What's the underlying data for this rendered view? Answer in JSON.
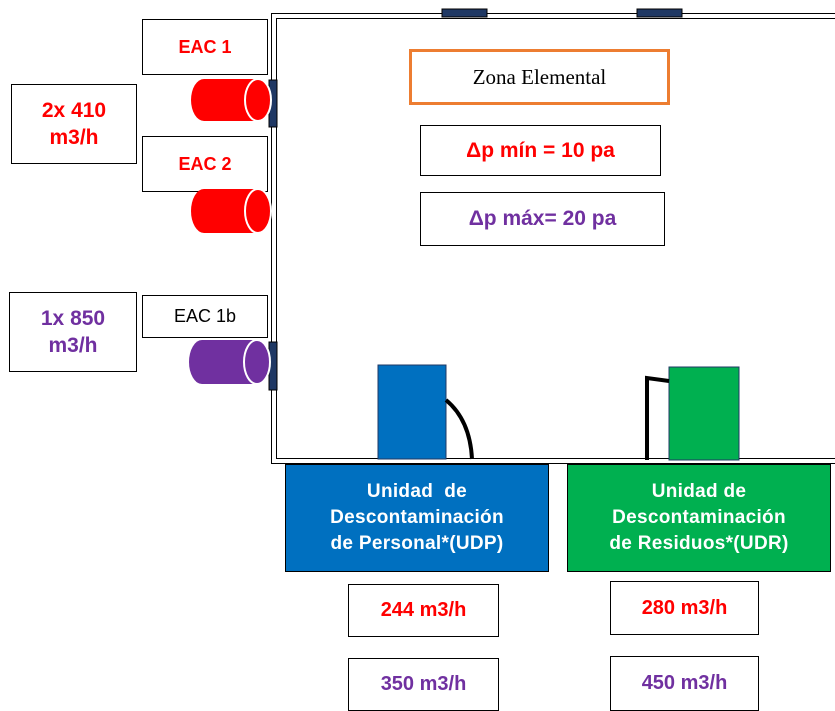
{
  "zone": {
    "title": "Zona Elemental"
  },
  "pressure": {
    "min": "Δp mín = 10 pa",
    "max": "Δp máx= 20 pa"
  },
  "eac": [
    {
      "label": "EAC 1"
    },
    {
      "label": "EAC 2"
    },
    {
      "label": "EAC 1b"
    }
  ],
  "flows": {
    "red_line1": "2x 410",
    "red_line2": "m3/h",
    "purple_line1": "1x 850",
    "purple_line2": "m3/h"
  },
  "udp": {
    "line1": "Unidad  de",
    "line2": "Descontaminación",
    "line3": "de Personal*(UDP)",
    "flow_min": "244 m3/h",
    "flow_max": "350 m3/h"
  },
  "udr": {
    "line1": "Unidad de",
    "line2": "Descontaminación",
    "line3": "de Residuos*(UDR)",
    "flow_min": "280 m3/h",
    "flow_max": "450 m3/h"
  },
  "colors": {
    "red": "#ff0000",
    "purple": "#7030a0",
    "blue": "#0070c0",
    "green": "#00b050",
    "orange": "#ed7d31",
    "navy": "#1f3864"
  }
}
